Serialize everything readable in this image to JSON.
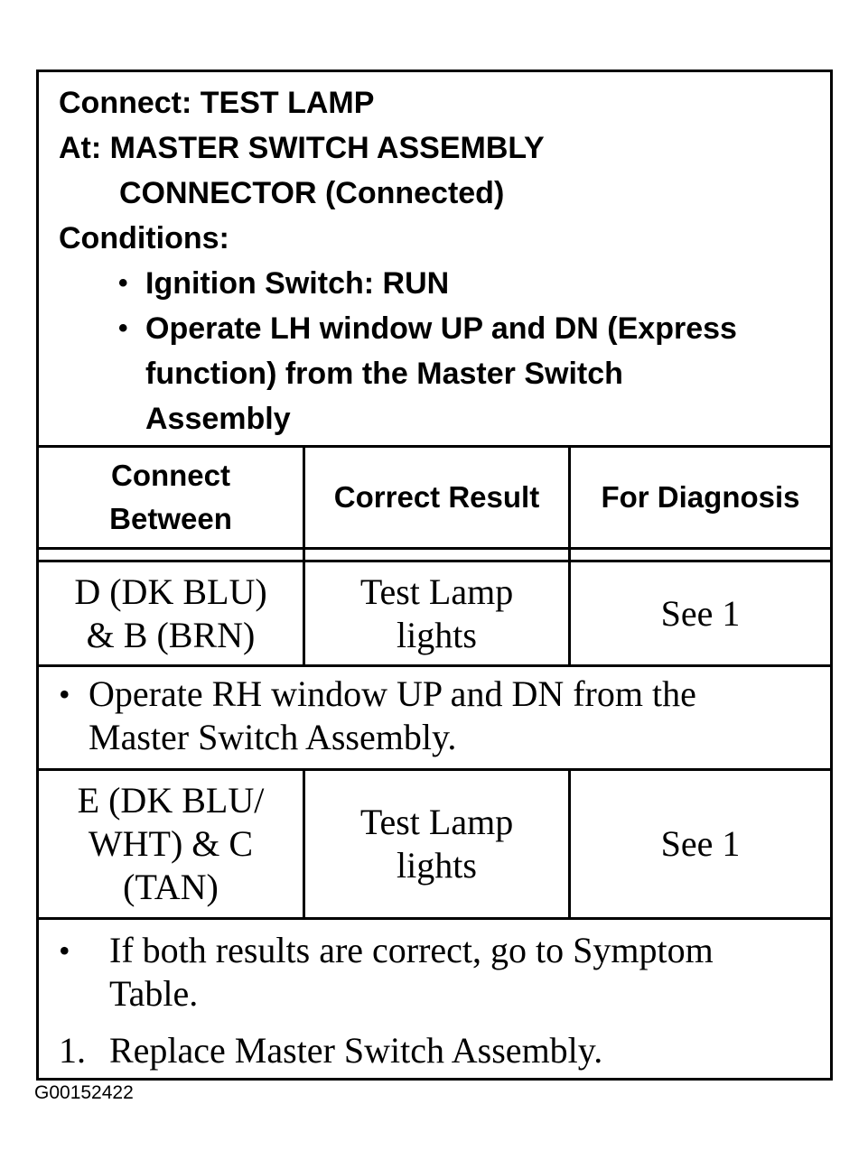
{
  "header": {
    "connect": "Connect: TEST LAMP",
    "at_line1": "At: MASTER SWITCH ASSEMBLY",
    "at_line2": "CONNECTOR (Connected)",
    "conditions_label": "Conditions:",
    "condition_1": "Ignition Switch: RUN",
    "condition_2_line1": "Operate LH window UP and DN (Express",
    "condition_2_line2": "function) from the Master Switch",
    "condition_2_line3": "Assembly"
  },
  "table": {
    "columns": [
      "Connect Between",
      "Correct Result",
      "For Diagnosis"
    ],
    "col1_line1": "Connect",
    "col1_line2": "Between",
    "rows": [
      {
        "connect_line1": "D (DK BLU)",
        "connect_line2": "& B (BRN)",
        "result_line1": "Test Lamp",
        "result_line2": "lights",
        "diagnosis": "See 1"
      },
      {
        "connect_line1": "E (DK BLU/",
        "connect_line2": "WHT) & C",
        "connect_line3": "(TAN)",
        "result_line1": "Test Lamp",
        "result_line2": "lights",
        "diagnosis": "See 1"
      }
    ]
  },
  "mid_note": {
    "line1": "Operate RH window UP and DN from the",
    "line2": "Master Switch Assembly."
  },
  "footer": {
    "bullet_line1": "If both results are correct, go to Symptom",
    "bullet_line2": "Table.",
    "step_number": "1.",
    "step_text": "Replace Master Switch Assembly."
  },
  "figure_code": "G00152422"
}
